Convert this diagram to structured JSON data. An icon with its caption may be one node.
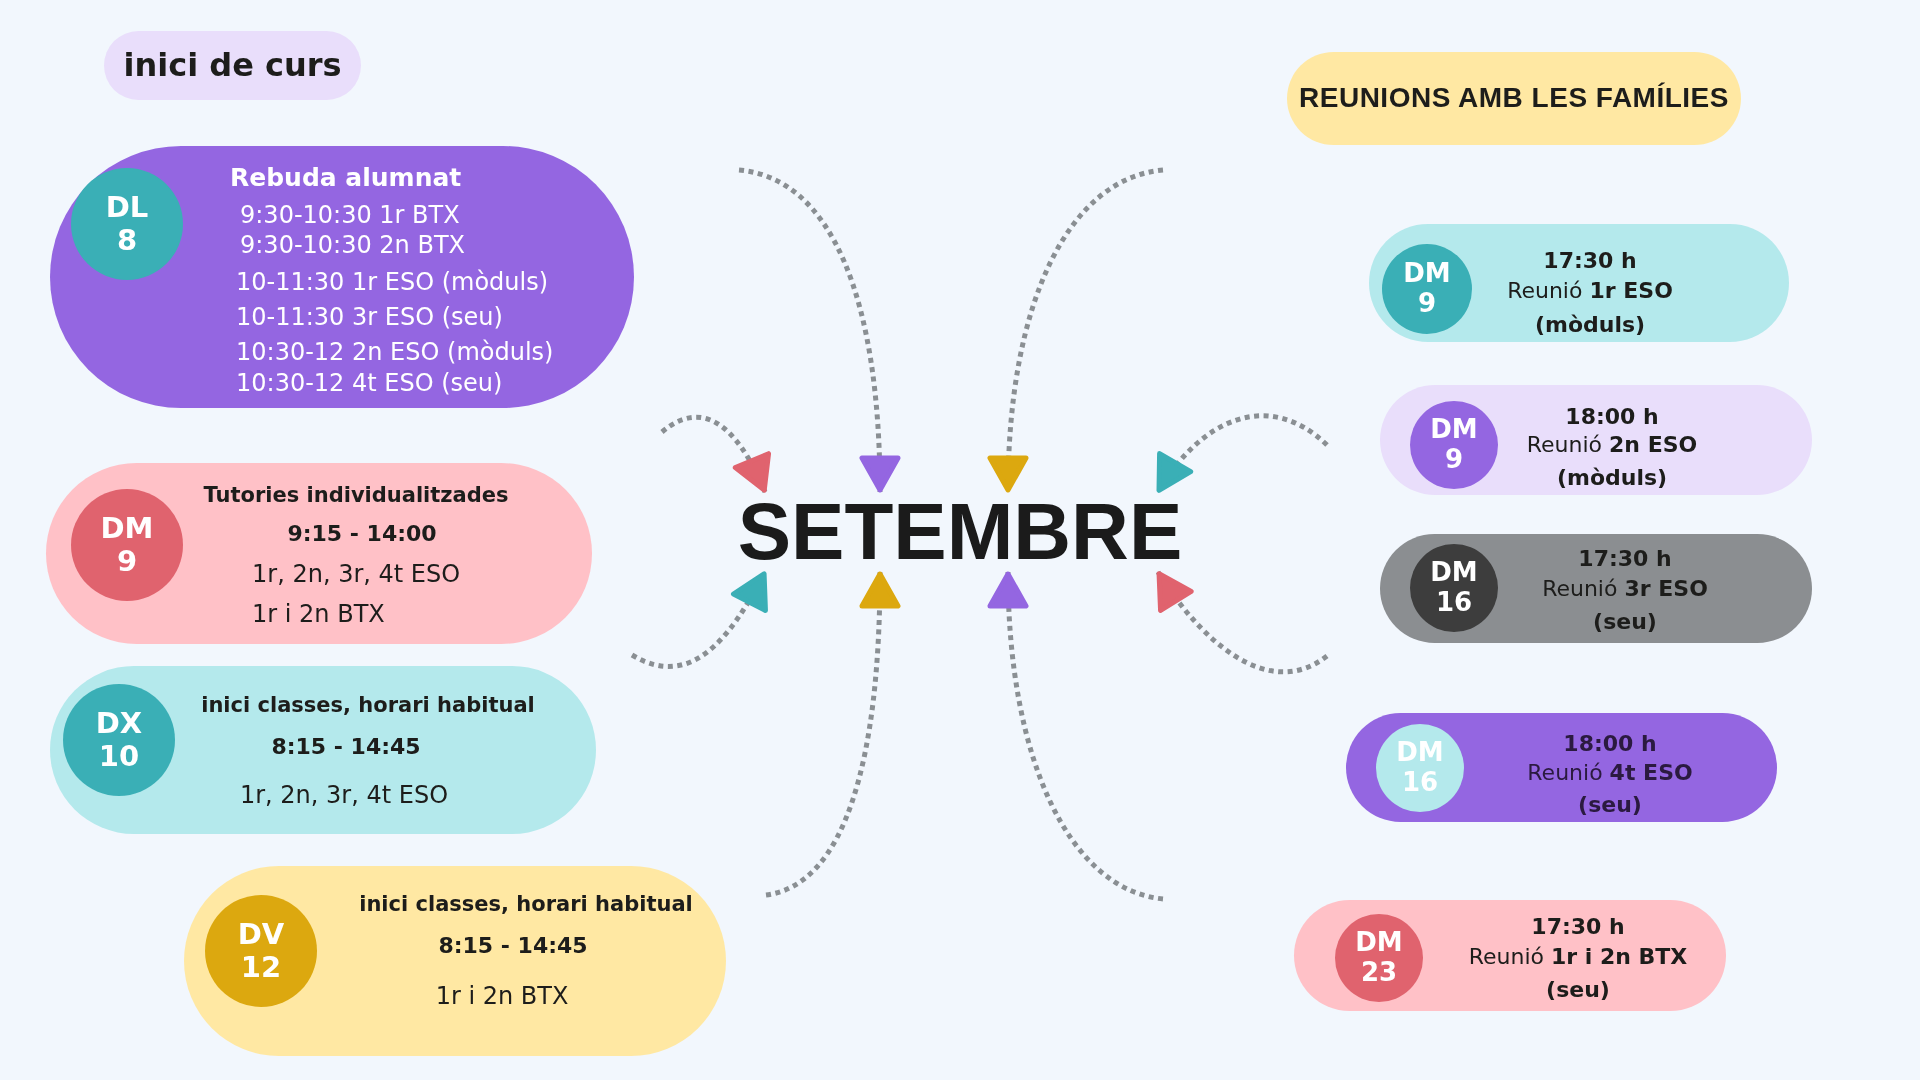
{
  "diagram": {
    "nodes": [
      {
        "text": [
          "inici de curs"
        ]
      },
      {
        "text": [
          "Rebuda alumnat",
          "9:30-10:30 1r BTX",
          "9:30-10:30 2n BTX",
          "10-11:30 1r ESO (mòduls)",
          "10-11:30 3r ESO (seu)",
          "10:30-12 2n ESO (mòduls)",
          "10:30-12 4t ESO (seu)"
        ]
      },
      {
        "text": [
          "DL 8"
        ],
        "in": 1
      },
      {
        "text": [
          "Tutories individualitzades",
          "9:15 - 14:00",
          "1r, 2n, 3r, 4t ESO",
          "1r i 2n BTX"
        ]
      },
      {
        "text": [
          "DM 9"
        ],
        "in": 3
      },
      {
        "text": [
          "inici classes, horari habitual",
          "8:15 - 14:45",
          "1r, 2n, 3r, 4t ESO"
        ]
      },
      {
        "text": [
          "DX 10"
        ],
        "in": 5
      },
      {
        "text": [
          "inici classes, horari habitual",
          "8:15 - 14:45",
          "1r i 2n BTX"
        ]
      },
      {
        "text": [
          "DV 12"
        ],
        "in": 7
      },
      {
        "text": [
          "SETEMBRE"
        ]
      },
      {
        "text": [
          "REUNIONS AMB LES FAMÍLIES"
        ]
      },
      {
        "text": [
          "17:30 h",
          "Reunió **1r ESO**",
          "(mòduls)"
        ]
      },
      {
        "text": [
          "DM 9"
        ],
        "in": 11
      },
      {
        "text": [
          "18:00 h",
          "Reunió **2n ESO**",
          "(mòduls)"
        ]
      },
      {
        "text": [
          "DM 9"
        ],
        "in": 13
      },
      {
        "text": [
          "17:30 h",
          "Reunió **3r ESO**",
          "(seu)"
        ]
      },
      {
        "text": [
          "DM 16"
        ],
        "in": 15
      },
      {
        "text": [
          "18:00 h",
          "Reunió **4t ESO**",
          "(seu)"
        ]
      },
      {
        "text": [
          "DM 16"
        ],
        "in": 17
      },
      {
        "text": [
          "17:30 h",
          "Reunió **1r i 2n BTX**",
          "(seu)"
        ]
      },
      {
        "text": [
          "DM 23"
        ],
        "in": 19
      }
    ],
    "edges": [
      {
        "from": null,
        "to": 9,
        "arrow": "to",
        "style": "dashed"
      },
      {
        "from": null,
        "to": 9,
        "arrow": "to",
        "style": "dashed"
      },
      {
        "from": null,
        "to": 9,
        "arrow": "to",
        "style": "dashed"
      },
      {
        "from": null,
        "to": 9,
        "arrow": "to",
        "style": "dashed"
      },
      {
        "from": null,
        "to": 9,
        "arrow": "to",
        "style": "dashed"
      },
      {
        "from": null,
        "to": 9,
        "arrow": "to",
        "style": "dashed"
      },
      {
        "from": null,
        "to": 9,
        "arrow": "to",
        "style": "dashed"
      },
      {
        "from": null,
        "to": 9,
        "arrow": "to",
        "style": "dashed"
      }
    ]
  }
}
